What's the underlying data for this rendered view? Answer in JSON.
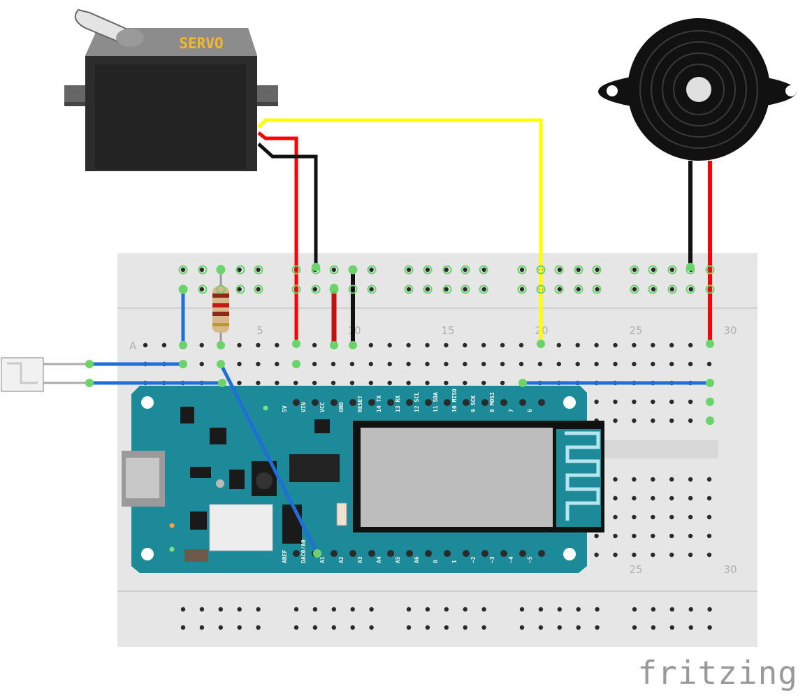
{
  "brand": "fritzing",
  "servo": {
    "label": "SERVO"
  },
  "breadboard": {
    "col_numbers_top": [
      "5",
      "10",
      "15",
      "20",
      "25",
      "30"
    ],
    "col_numbers_bottom": [
      "25",
      "30"
    ],
    "row_letters_top": [
      "A"
    ]
  },
  "board": {
    "top_pins": [
      "5V",
      "VIN",
      "VCC",
      "GND",
      "RESET",
      "14 TX",
      "13 RX",
      "12 SCL",
      "11 SDA",
      "10 MISO",
      "9 SCK",
      "8 MOSI",
      "7",
      "6"
    ],
    "bottom_pins": [
      "AREF",
      "DAC0/A0",
      "A1",
      "A2",
      "A3",
      "A4",
      "A5",
      "A6",
      "0",
      "1",
      "~2",
      "~3",
      "~4",
      "~5"
    ]
  },
  "colors": {
    "wire_blue": "#1f6fd6",
    "wire_red": "#ff0000",
    "wire_black": "#111111",
    "wire_yellow": "#ffff00",
    "board_teal": "#1d8a99",
    "breadboard": "#e6e6e6",
    "hole_green": "#6ad46a"
  }
}
